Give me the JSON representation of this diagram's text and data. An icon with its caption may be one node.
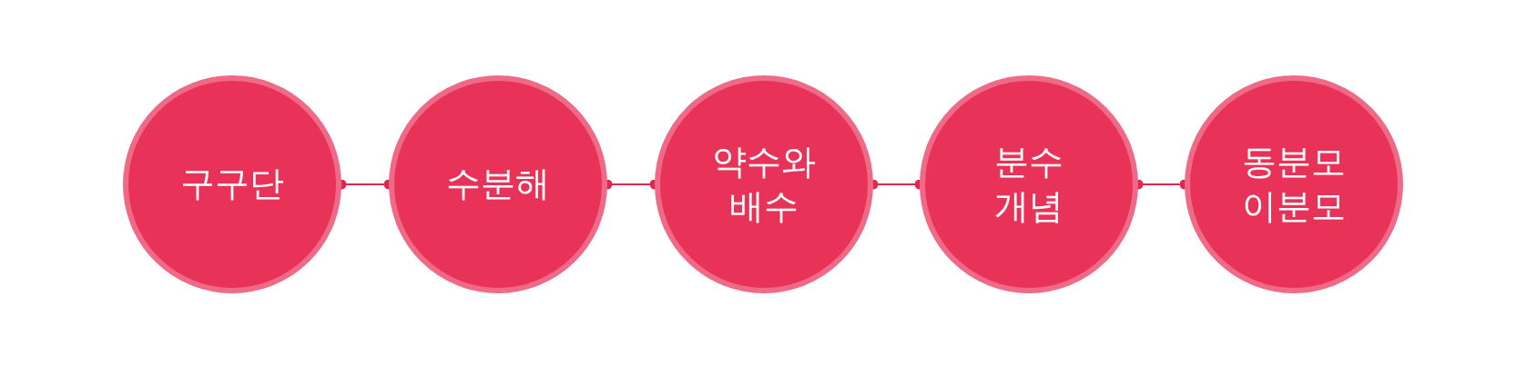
{
  "diagram": {
    "nodes": [
      {
        "text": [
          "구구단"
        ]
      },
      {
        "text": [
          "수분해"
        ]
      },
      {
        "text": [
          "약수와 배수"
        ]
      },
      {
        "text": [
          "분수 개념"
        ]
      },
      {
        "text": [
          "동분모 이분모"
        ]
      }
    ],
    "edges": [
      {
        "from": 0,
        "to": 1,
        "arrow": "other"
      },
      {
        "from": 1,
        "to": 2,
        "arrow": "other"
      },
      {
        "from": 2,
        "to": 3,
        "arrow": "other"
      },
      {
        "from": 3,
        "to": 4,
        "arrow": "other"
      }
    ]
  }
}
